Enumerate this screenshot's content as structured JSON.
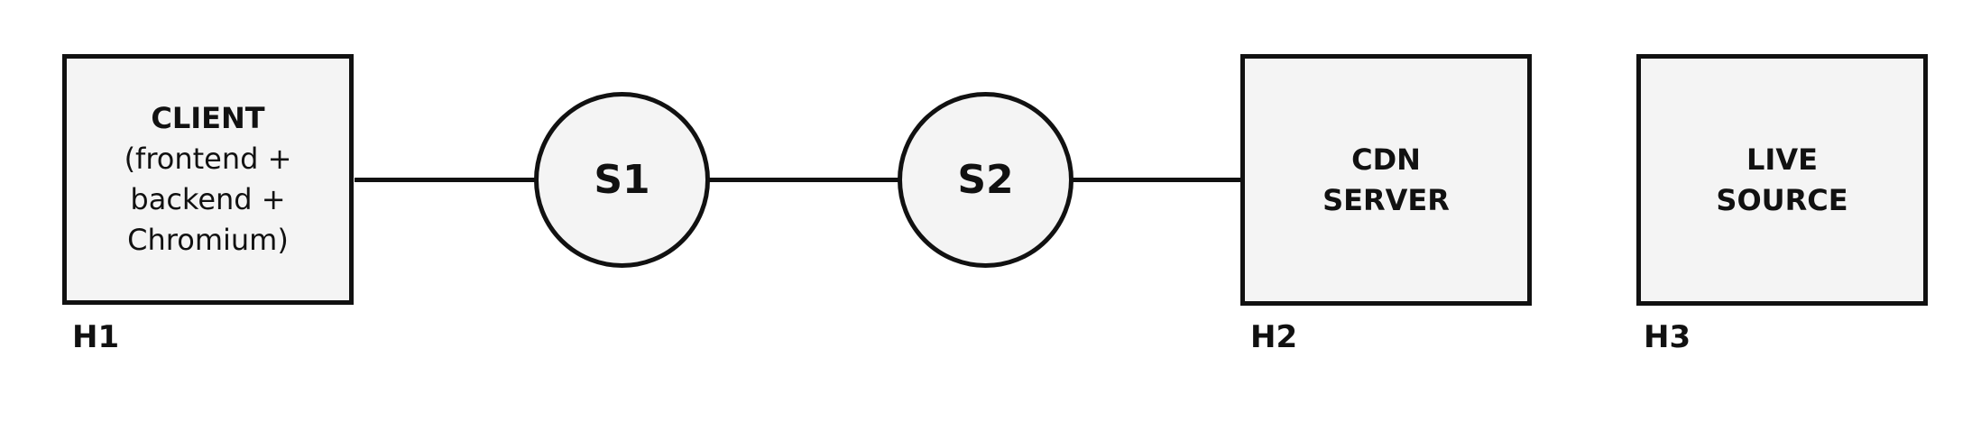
{
  "nodes": {
    "client": {
      "title": "CLIENT",
      "lines": [
        "(frontend +",
        "backend +",
        "Chromium)"
      ]
    },
    "s1": {
      "label": "S1"
    },
    "s2": {
      "label": "S2"
    },
    "cdn": {
      "lines": [
        "CDN",
        "SERVER"
      ]
    },
    "live": {
      "lines": [
        "LIVE",
        "SOURCE"
      ]
    }
  },
  "hosts": {
    "h1": "H1",
    "h2": "H2",
    "h3": "H3"
  },
  "colors": {
    "stroke": "#111111",
    "fill": "#f4f4f4",
    "background": "#ffffff"
  }
}
